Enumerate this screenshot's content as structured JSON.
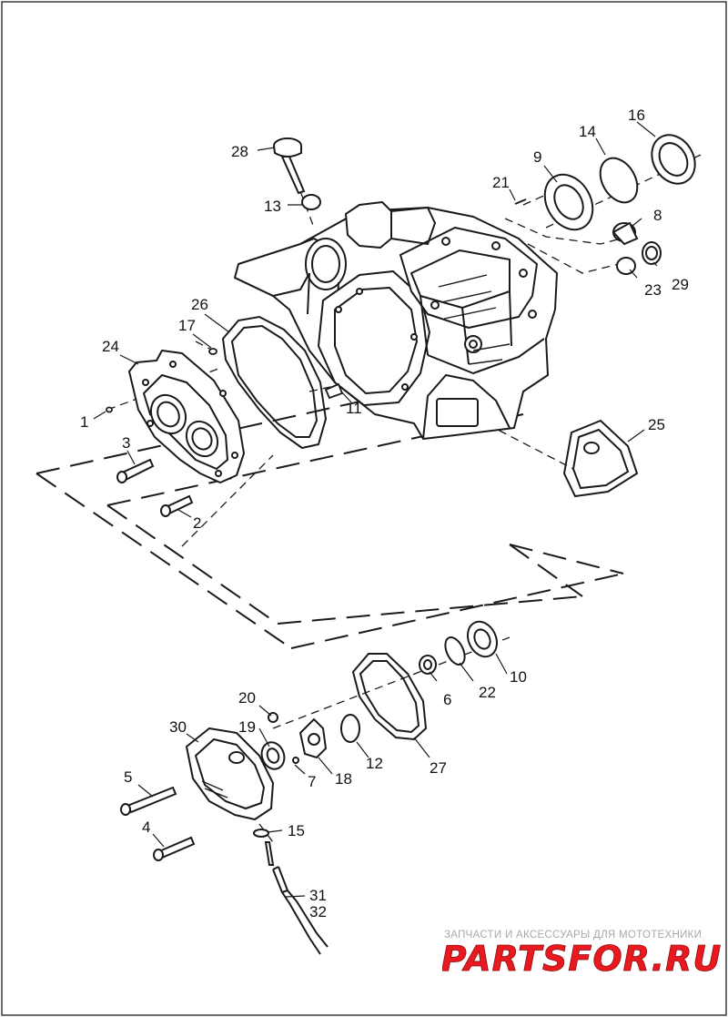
{
  "diagram": {
    "callouts": [
      {
        "id": "c1",
        "text": "1"
      },
      {
        "id": "c2",
        "text": "2"
      },
      {
        "id": "c3",
        "text": "3"
      },
      {
        "id": "c4",
        "text": "4"
      },
      {
        "id": "c5",
        "text": "5"
      },
      {
        "id": "c6",
        "text": "6"
      },
      {
        "id": "c7",
        "text": "7"
      },
      {
        "id": "c8",
        "text": "8"
      },
      {
        "id": "c9",
        "text": "9"
      },
      {
        "id": "c10",
        "text": "10"
      },
      {
        "id": "c11",
        "text": "11"
      },
      {
        "id": "c12",
        "text": "12"
      },
      {
        "id": "c13",
        "text": "13"
      },
      {
        "id": "c14",
        "text": "14"
      },
      {
        "id": "c15",
        "text": "15"
      },
      {
        "id": "c16",
        "text": "16"
      },
      {
        "id": "c17",
        "text": "17"
      },
      {
        "id": "c18",
        "text": "18"
      },
      {
        "id": "c19",
        "text": "19"
      },
      {
        "id": "c20",
        "text": "20"
      },
      {
        "id": "c21",
        "text": "21"
      },
      {
        "id": "c22",
        "text": "22"
      },
      {
        "id": "c23",
        "text": "23"
      },
      {
        "id": "c24",
        "text": "24"
      },
      {
        "id": "c25",
        "text": "25"
      },
      {
        "id": "c26",
        "text": "26"
      },
      {
        "id": "c27",
        "text": "27"
      },
      {
        "id": "c28",
        "text": "28"
      },
      {
        "id": "c29",
        "text": "29"
      },
      {
        "id": "c30",
        "text": "30"
      },
      {
        "id": "c31",
        "text": "31"
      },
      {
        "id": "c32",
        "text": "32"
      }
    ]
  },
  "watermark": {
    "tagline": "ЗАПЧАСТИ И АКСЕССУАРЫ ДЛЯ МОТОТЕХНИКИ",
    "logo_text": "PARTSFOR.RU",
    "color": "#e8191f"
  },
  "colors": {
    "line": "#1a1a1a",
    "frame": "#3a3a3a"
  }
}
